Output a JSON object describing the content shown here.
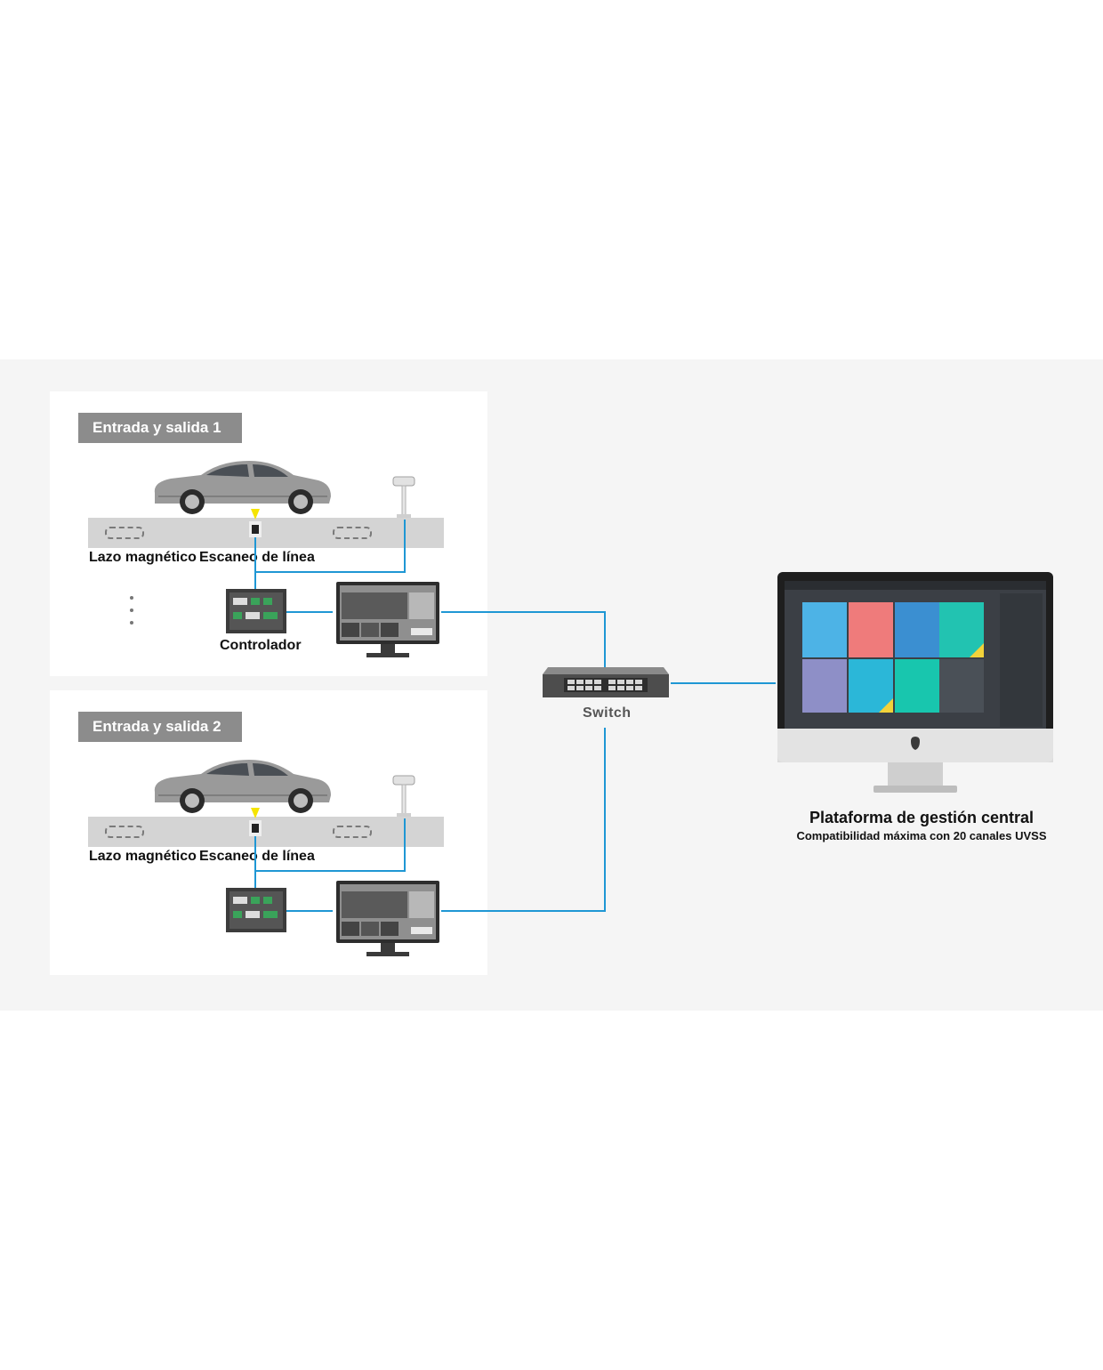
{
  "groups": [
    {
      "title": "Entrada y salida 1",
      "loop_label": "Lazo magnético",
      "scan_label": "Escaneo de línea",
      "controller_label": "Controlador"
    },
    {
      "title": "Entrada y salida 2",
      "loop_label": "Lazo magnético",
      "scan_label": "Escaneo de línea",
      "controller_label": ""
    }
  ],
  "switch": {
    "label": "Switch"
  },
  "platform": {
    "title": "Plataforma de gestión central",
    "subtitle": "Compatibilidad máxima con 20 canales UVSS"
  },
  "colors": {
    "link": "#1f97d4",
    "tag_bg": "#8c8c8c",
    "band_bg": "#f5f5f5"
  },
  "icons": [
    "car-icon",
    "camera-icon",
    "line-scanner-icon",
    "controller-icon",
    "monitor-icon",
    "switch-icon",
    "imac-icon",
    "apple-logo-icon"
  ]
}
